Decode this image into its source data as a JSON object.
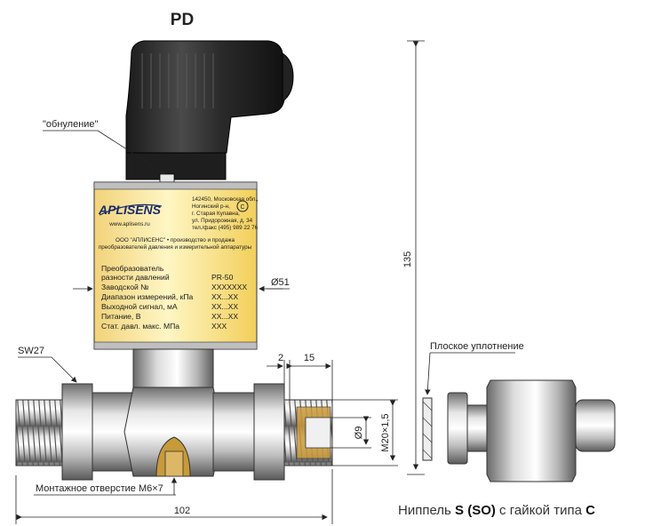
{
  "model": "PD",
  "callouts": {
    "zeroing": "\"обнуление\"",
    "wrench": "SW27",
    "mount_hole": "Монтажное отверстие М6×7",
    "seal": "Плоское уплотнение"
  },
  "dimensions": {
    "height": "135",
    "diameter": "Ø51",
    "length": "102",
    "d2": "2",
    "d15": "15",
    "bore": "Ø9",
    "thread": "M20×1,5"
  },
  "plate": {
    "brand": "APLISENS",
    "website": "www.aplisens.ru",
    "address": [
      "142450, Московская обл.,",
      "Ногинский р-н,",
      "г. Старая Купавна,",
      "ул. Придорожная, д. 34",
      "тел./факс (495) 989 22 76"
    ],
    "company": "ООО \"АПЛИСЕНС\" • производство и продажа",
    "company2": "преобразователей давления и измерительной аппаратуры",
    "product_title": [
      "Преобразователь",
      "разности давлений"
    ],
    "product_code": "PR-50",
    "rows": [
      {
        "label": "Заводской №",
        "value": "XXXXXXX"
      },
      {
        "label": "Диапазон измерений, кПа",
        "value": "XX...XX"
      },
      {
        "label": "Выходной сигнал, мА",
        "value": "XX...XX"
      },
      {
        "label": "Питание, В",
        "value": "XX...XX"
      },
      {
        "label": "Стат. давл. макс. МПа",
        "value": "XXX"
      }
    ]
  },
  "caption": {
    "prefix": "Ниппель ",
    "s": "S (SO)",
    "middle": " с гайкой типа ",
    "c": "C"
  }
}
